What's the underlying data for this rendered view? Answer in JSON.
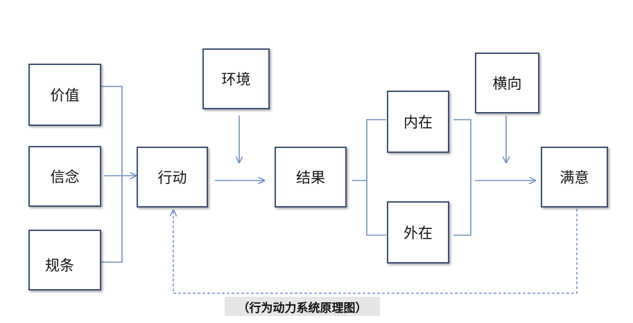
{
  "diagram": {
    "nodes": {
      "value": "价值",
      "belief": "信念",
      "norm": "规条",
      "action": "行动",
      "environment": "环境",
      "result": "结果",
      "inner": "内在",
      "outer": "外在",
      "lateral": "横向",
      "satisfaction": "满意"
    },
    "caption": "（行为动力系统原理图）",
    "colors": {
      "box_border": "#3e4f74",
      "connector": "#6f8fc4",
      "caption_bg": "#e6e6e6"
    }
  }
}
